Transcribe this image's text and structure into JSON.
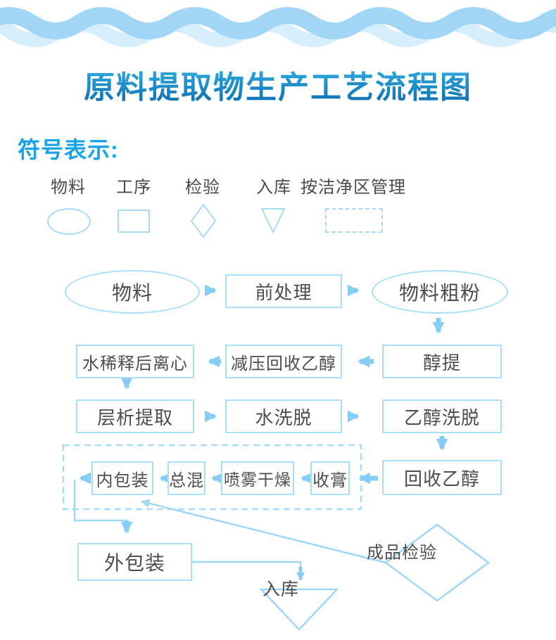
{
  "title": "原料提取物生产工艺流程图",
  "legend": {
    "heading": "符号表示:",
    "items": [
      {
        "label": "物料",
        "shape": "ellipse"
      },
      {
        "label": "工序",
        "shape": "rect"
      },
      {
        "label": "检验",
        "shape": "diamond"
      },
      {
        "label": "入库",
        "shape": "triangle-down"
      },
      {
        "label": "按洁净区管理",
        "shape": "dashed-rect"
      }
    ]
  },
  "flow": {
    "nodes": {
      "material": "物料",
      "pretreatment": "前处理",
      "coarse_powder": "物料粗粉",
      "alcohol_extraction": "醇提",
      "vacuum_ethanol_recovery": "减压回收乙醇",
      "water_dilution_centrifuge": "水稀释后离心",
      "chromatography_extraction": "层析提取",
      "water_elution": "水洗脱",
      "ethanol_elution": "乙醇洗脱",
      "ethanol_recovery": "回收乙醇",
      "paste_collection": "收膏",
      "spray_drying": "喷雾干燥",
      "final_blending": "总混",
      "inner_packaging": "内包装",
      "outer_packaging": "外包装",
      "inspection": "成品检验",
      "warehousing": "入库"
    }
  },
  "colors": {
    "title_gradient_top": "#2FAEE3",
    "title_gradient_bottom": "#0E6FB2",
    "legend_heading": "#17A3E8",
    "node_border": "#A8DFF9",
    "arrow": "#86CDF5",
    "thin_line": "#9FD7F7",
    "dashed_border": "#A5DCF8",
    "wave_dark": "#A1D6F6",
    "wave_light": "#D6EDFC",
    "text": "#4D4D4D"
  }
}
